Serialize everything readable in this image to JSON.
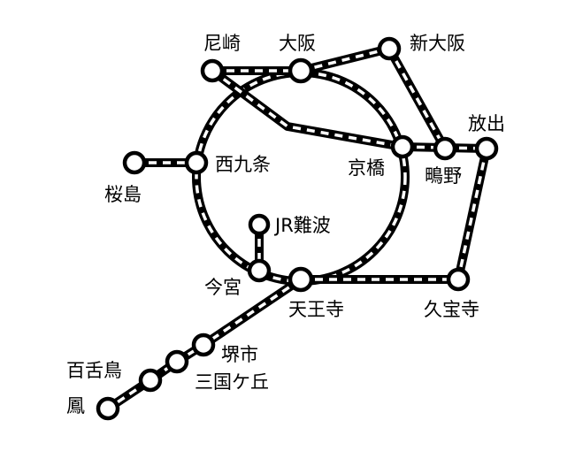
{
  "map": {
    "stations": {
      "amagasaki": "尼崎",
      "osaka": "大阪",
      "shin_osaka": "新大阪",
      "hanaten": "放出",
      "kyobashi": "京橋",
      "shigino": "鴫野",
      "nishikujo": "西九条",
      "sakurajima": "桜島",
      "jr_namba": "JR難波",
      "imamiya": "今宮",
      "tennoji": "天王寺",
      "kyuhoji": "久宝寺",
      "sakaishi": "堺市",
      "mikunigaoka": "三国ケ丘",
      "mozu": "百舌鳥",
      "otori": "鳳"
    },
    "colors": {
      "line_outer": "#000000",
      "line_inner": "#ffffff",
      "station_fill": "#ffffff",
      "station_stroke": "#000000"
    }
  }
}
